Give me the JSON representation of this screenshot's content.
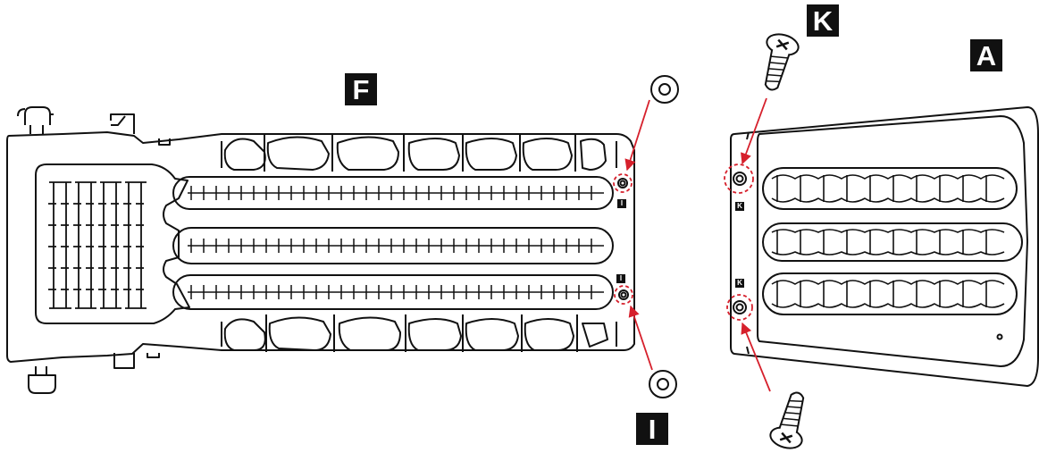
{
  "labels": {
    "part_f": "F",
    "part_i": "I",
    "part_k": "K",
    "part_a": "A",
    "hole_i_upper": "I",
    "hole_i_lower": "I",
    "hole_k_upper": "K",
    "hole_k_lower": "K"
  },
  "colors": {
    "line": "#111111",
    "callout": "#d6202c",
    "label_bg": "#111111",
    "label_text": "#ffffff"
  },
  "icons": [
    "washer-icon",
    "screw-icon"
  ]
}
